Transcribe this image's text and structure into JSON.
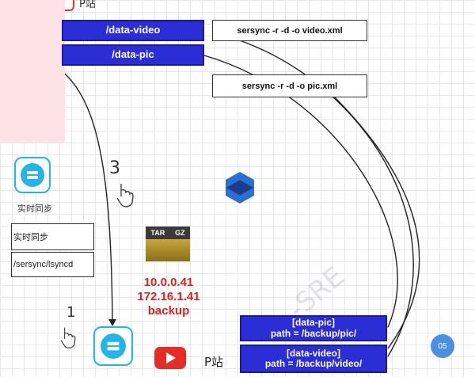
{
  "top_fragment": "P站",
  "boxes": {
    "data_video": "/data-video",
    "data_pic": "/data-pic",
    "cmd_video": "sersync  -r -d  -o  video.xml",
    "cmd_pic": "sersync  -r -d  -o  pic.xml",
    "target_pic_line1": "[data-pic]",
    "target_pic_line2": "path = /backup/pic/",
    "target_video_line1": "[data-video]",
    "target_video_line2": "path = /backup/video/"
  },
  "left": {
    "cloud_label": "实时同步",
    "box1": "实时同步",
    "box2": "/sersync/lsyncd"
  },
  "archive": {
    "tar": "TAR",
    "gz": "GZ"
  },
  "server": {
    "ip1": "10.0.0.41",
    "ip2": "172.16.1.41",
    "name": "backup"
  },
  "bottom": {
    "label": "P站"
  },
  "annotations": {
    "step3": "3",
    "step1": "1",
    "badge": "05"
  },
  "watermark": "-SRE",
  "colors": {
    "accent_blue": "#2b2dd6",
    "ip_red": "#e0201c",
    "cloud_cyan": "#23b4e8",
    "youtube_red": "#e52d27"
  }
}
